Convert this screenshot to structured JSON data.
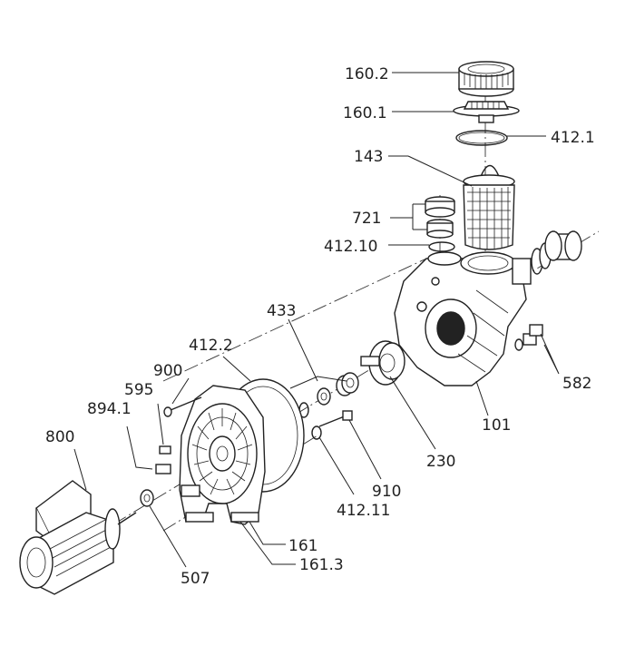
{
  "labels": {
    "p160_2": "160.2",
    "p160_1": "160.1",
    "p412_1": "412.1",
    "p143": "143",
    "p721": "721",
    "p412_10": "412.10",
    "p433": "433",
    "p412_2": "412.2",
    "p900": "900",
    "p595": "595",
    "p894_1": "894.1",
    "p800": "800",
    "p582": "582",
    "p101": "101",
    "p230": "230",
    "p910": "910",
    "p412_11": "412.11",
    "p161": "161",
    "p161_3": "161.3",
    "p507": "507"
  }
}
